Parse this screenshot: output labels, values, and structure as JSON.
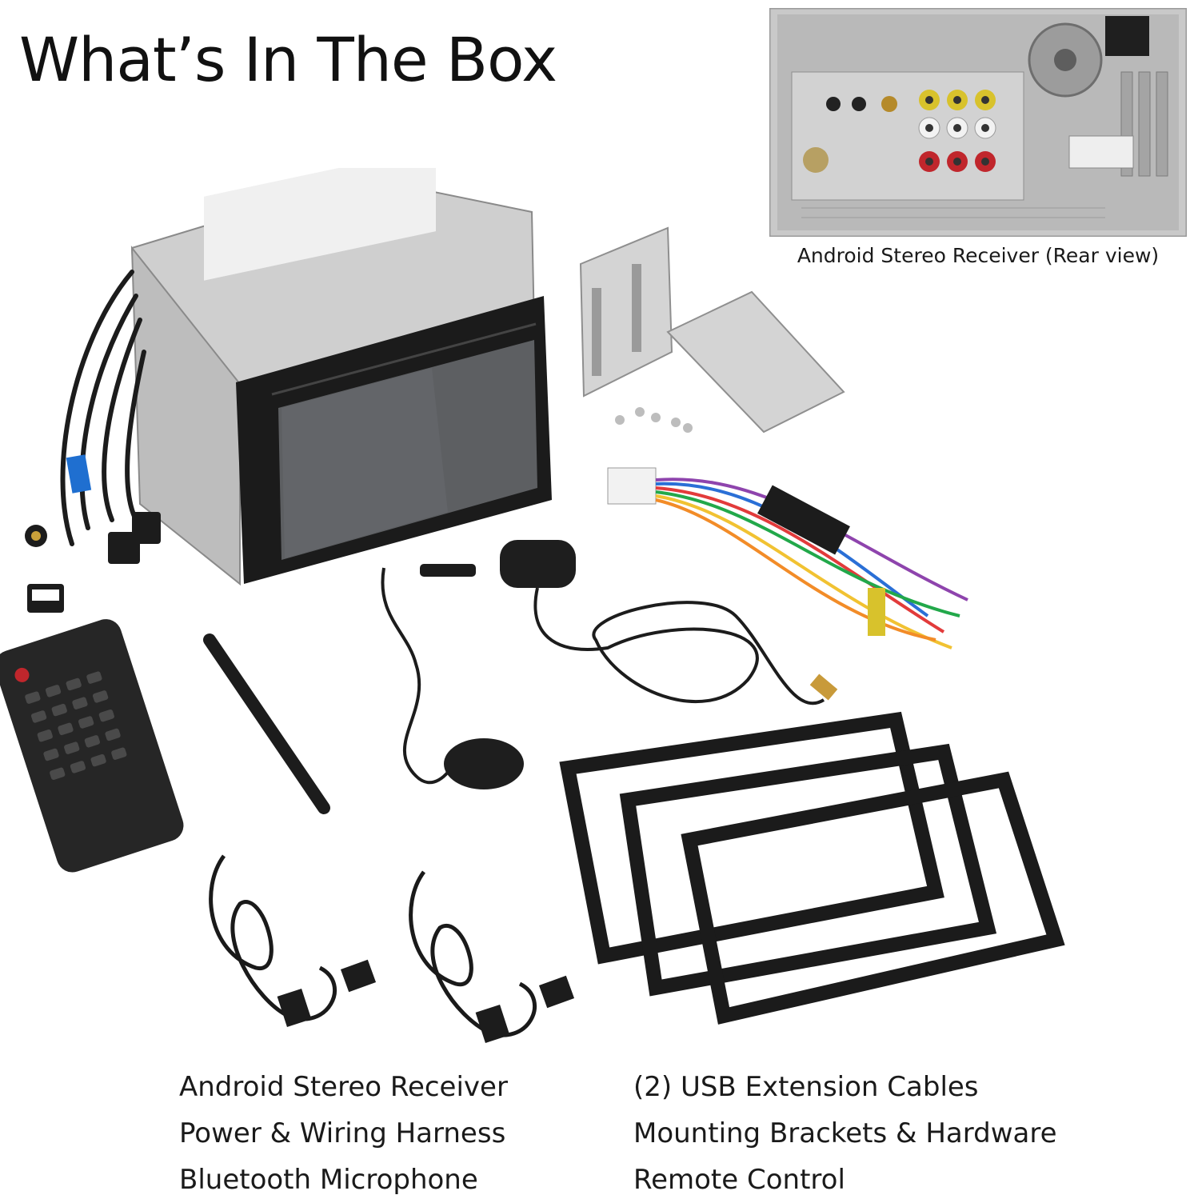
{
  "title": "What’s In The Box",
  "rear_view": {
    "caption": "Android Stereo Receiver (Rear view)"
  },
  "contents": {
    "left": [
      "Android Stereo Receiver",
      "Power & Wiring Harness",
      "Bluetooth Microphone"
    ],
    "right": [
      "(2) USB Extension Cables",
      "Mounting Brackets & Hardware",
      "Remote Control"
    ]
  },
  "colors": {
    "text": "#1a1a1a",
    "metal": "#c8c8c8",
    "screen": "#5d5f62",
    "frame": "#1b1b1b",
    "rca_yellow": "#d8c22c",
    "rca_red": "#c0262c",
    "usb_blue": "#1f6fd0"
  }
}
